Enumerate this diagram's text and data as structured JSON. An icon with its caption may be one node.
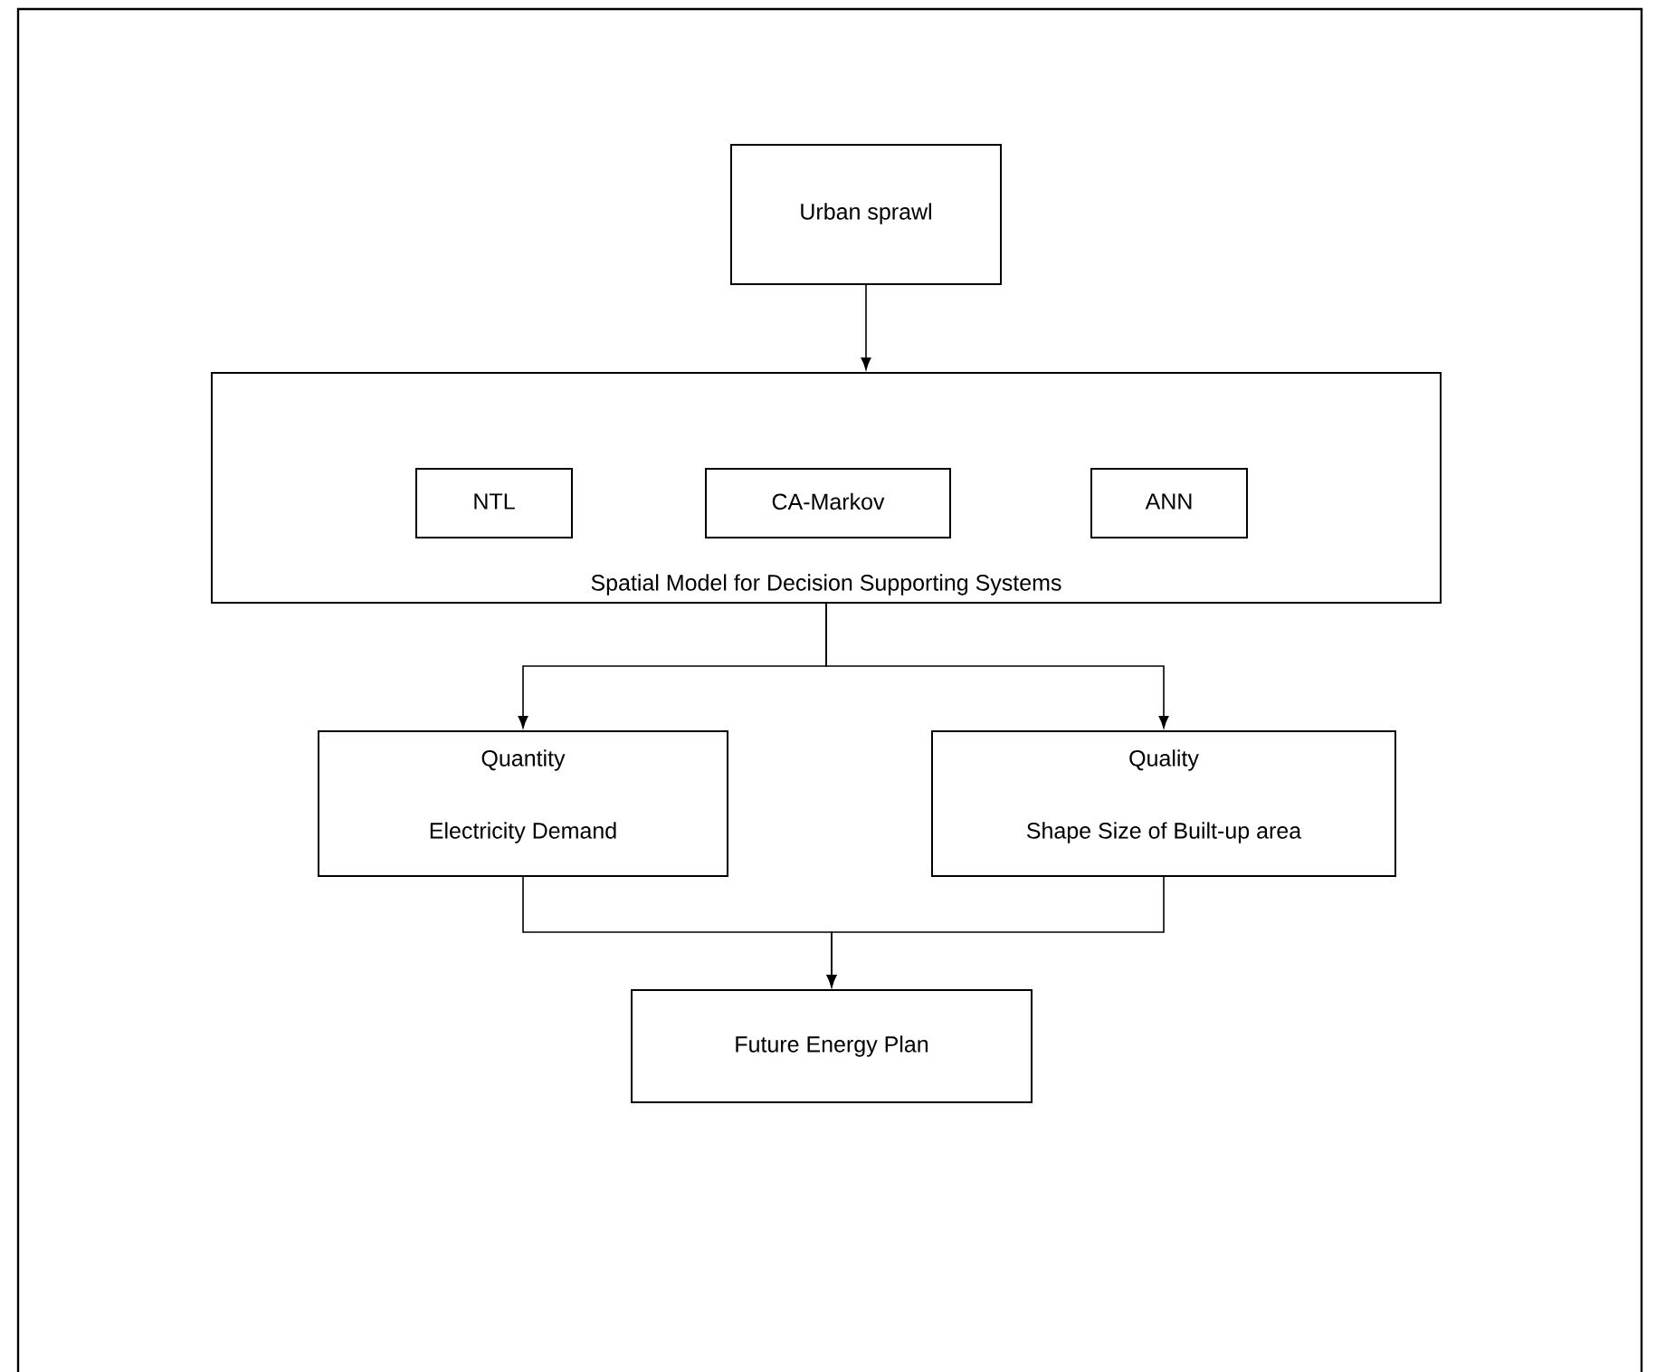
{
  "diagram": {
    "nodes": [
      {
        "text": [
          "Urban sprawl"
        ]
      },
      {
        "text": [
          "Spatial Model for Decision Supporting Systems"
        ]
      },
      {
        "text": [
          "NTL"
        ],
        "in": 1
      },
      {
        "text": [
          "CA-Markov"
        ],
        "in": 1
      },
      {
        "text": [
          "ANN"
        ],
        "in": 1
      },
      {
        "text": [
          "Quantity",
          "Electricity Demand"
        ]
      },
      {
        "text": [
          "Quality",
          "Shape Size of Built-up area"
        ]
      },
      {
        "text": [
          "Future Energy Plan"
        ]
      }
    ],
    "edges": [
      {
        "from": 0,
        "to": 1,
        "arrow": "to"
      },
      {
        "from": 1,
        "to": 5,
        "arrow": "to"
      },
      {
        "from": 1,
        "to": 6,
        "arrow": "to"
      },
      {
        "from": 5,
        "to": 7,
        "arrow": "to"
      },
      {
        "from": 6,
        "to": 7,
        "arrow": "to"
      }
    ]
  }
}
